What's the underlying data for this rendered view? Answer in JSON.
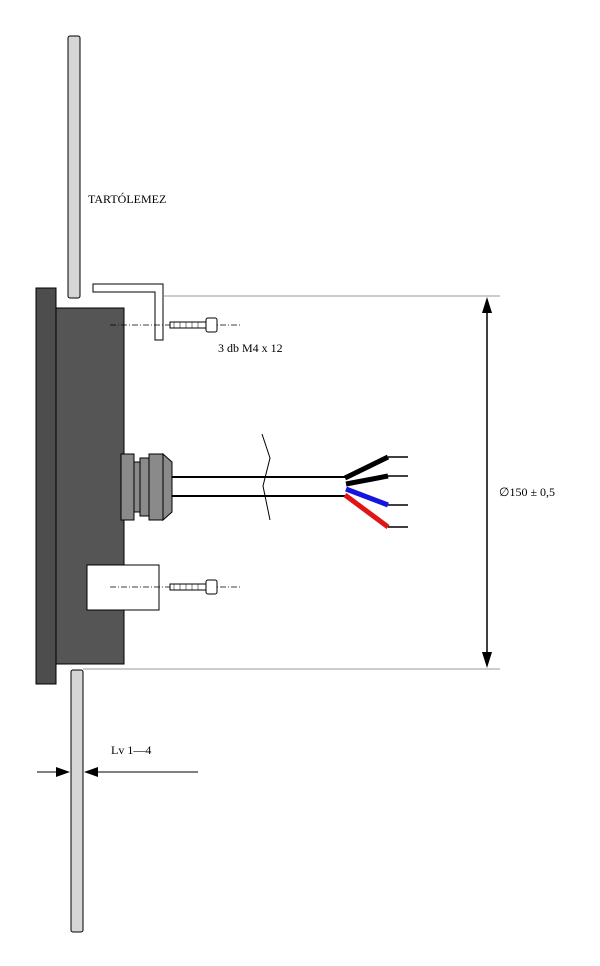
{
  "labels": {
    "panel": "TARTÓLEMEZ",
    "screws": "3 db M4 x 12",
    "diameter": "∅150 ± 0,5",
    "thickness": "Lv 1—4"
  },
  "colors": {
    "housing": "#555555",
    "front_flange": "#4d4d4d",
    "panel_plate": "#d6d6d6",
    "gland": "#8a8a8a",
    "wire_black": "#000000",
    "wire_blue": "#1515e0",
    "wire_red": "#e01515"
  }
}
